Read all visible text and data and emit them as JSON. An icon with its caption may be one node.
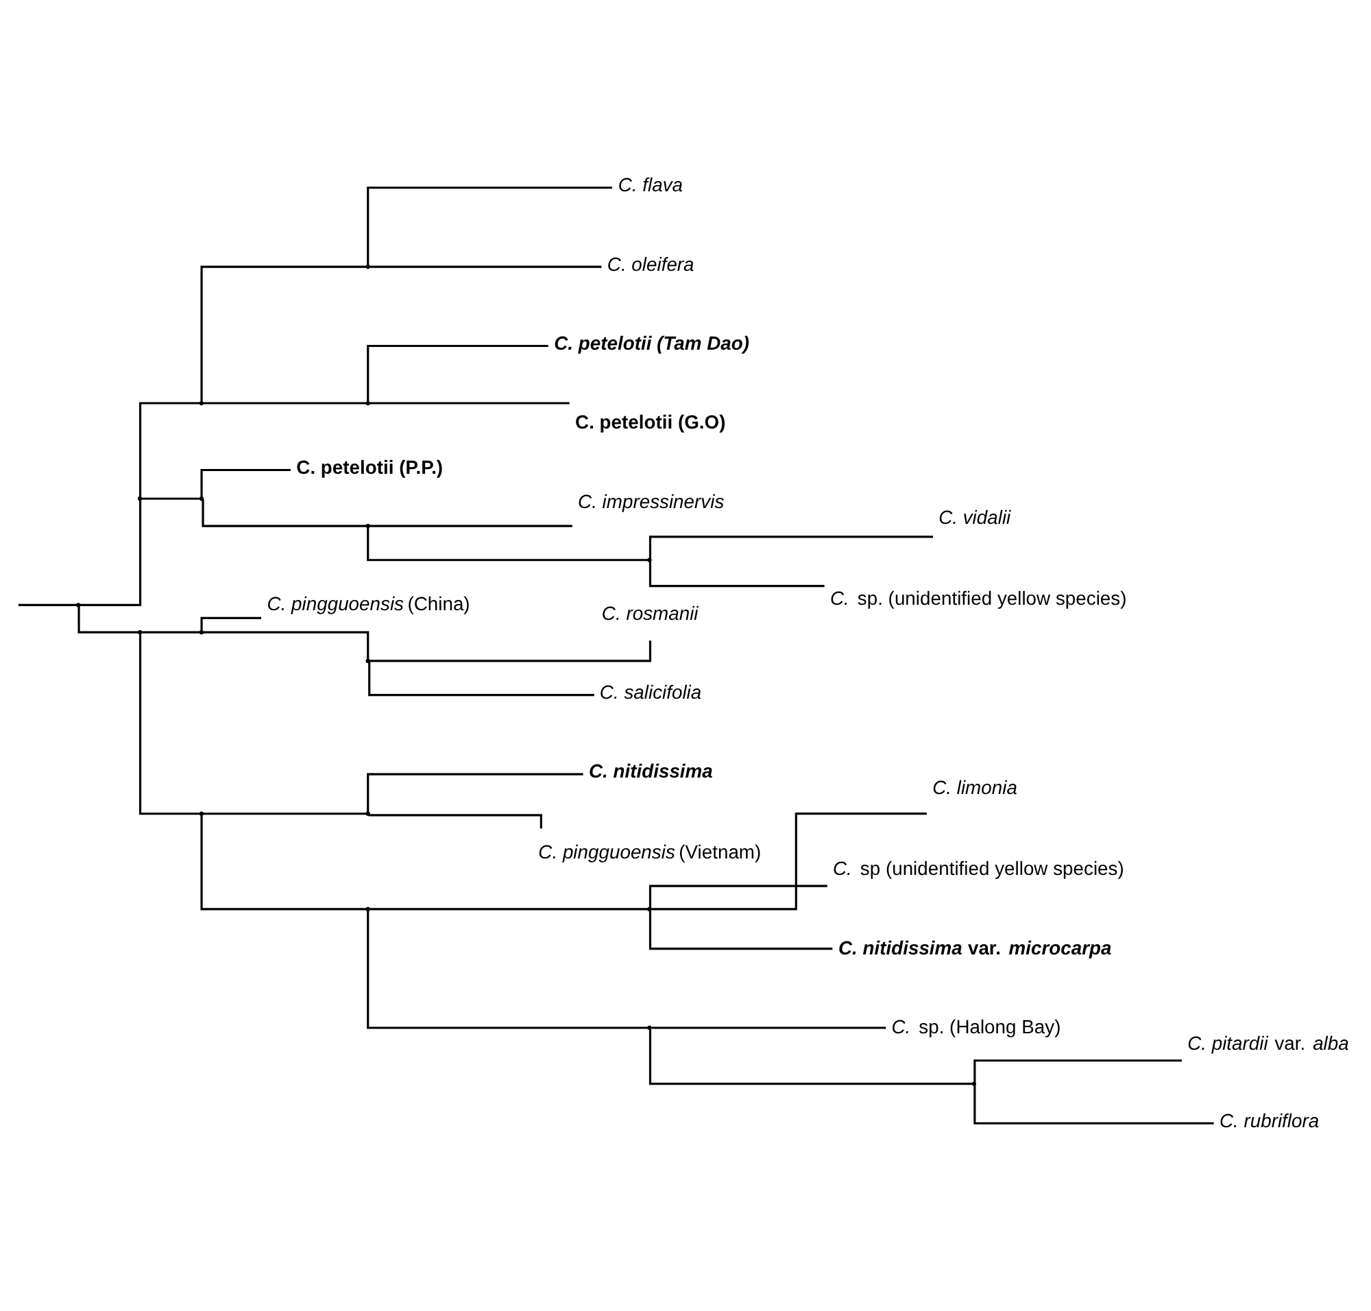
{
  "diagram": {
    "nodes": [
      {
        "text": [
          "C. flava"
        ]
      },
      {
        "text": [
          "C. oleifera"
        ]
      },
      {
        "text": [
          "C. petelotii (Tam Dao)"
        ]
      },
      {
        "text": [
          "C. petelotii (G.O)"
        ]
      },
      {
        "text": [
          "C. petelotii (P.P.)"
        ]
      },
      {
        "text": [
          "C. impressinervis"
        ]
      },
      {
        "text": [
          "C. vidalii"
        ]
      },
      {
        "text": [
          "*C.* sp. (unidentified yellow species)"
        ]
      },
      {
        "text": [
          "*C. pingguoensis* (China)"
        ]
      },
      {
        "text": [
          "C. rosmanii"
        ]
      },
      {
        "text": [
          "C. salicifolia"
        ]
      },
      {
        "text": [
          "C. nitidissima"
        ]
      },
      {
        "text": [
          "*C. pingguoensis* (Vietnam)"
        ]
      },
      {
        "text": [
          "C. limonia"
        ]
      },
      {
        "text": [
          "*C.* sp (unidentified yellow species)"
        ]
      },
      {
        "text": [
          "*C. nitidissima* var. *microcarpa*"
        ]
      },
      {
        "text": [
          "*C.* sp. (Halong Bay)"
        ]
      },
      {
        "text": [
          "*C. pitardii* var. *alba*"
        ]
      },
      {
        "text": [
          "C. rubriflora"
        ]
      },
      {
        "text": [],
        "shape": "point"
      },
      {
        "text": [],
        "shape": "point"
      },
      {
        "text": [],
        "shape": "point"
      },
      {
        "text": [],
        "shape": "point"
      },
      {
        "text": [],
        "shape": "point"
      },
      {
        "text": [],
        "shape": "point"
      },
      {
        "text": [],
        "shape": "point"
      },
      {
        "text": [],
        "shape": "point"
      },
      {
        "text": [],
        "shape": "point"
      },
      {
        "text": [],
        "shape": "point"
      },
      {
        "text": [],
        "shape": "point"
      },
      {
        "text": [],
        "shape": "point"
      },
      {
        "text": [],
        "shape": "point"
      },
      {
        "text": [],
        "shape": "point"
      },
      {
        "text": [],
        "shape": "point"
      },
      {
        "text": [],
        "shape": "point"
      },
      {
        "text": [],
        "shape": "point"
      }
    ],
    "edges": [
      {
        "from": null,
        "to": 19,
        "arrow": "none"
      },
      {
        "from": 19,
        "to": 20,
        "arrow": "none"
      },
      {
        "from": 19,
        "to": 27,
        "arrow": "none"
      },
      {
        "from": 20,
        "to": 21,
        "arrow": "none"
      },
      {
        "from": 20,
        "to": 24,
        "arrow": "none"
      },
      {
        "from": 21,
        "to": 22,
        "arrow": "none"
      },
      {
        "from": 21,
        "to": 23,
        "arrow": "none"
      },
      {
        "from": 22,
        "to": 0,
        "arrow": "none"
      },
      {
        "from": 22,
        "to": 1,
        "arrow": "none"
      },
      {
        "from": 23,
        "to": 2,
        "arrow": "none"
      },
      {
        "from": 23,
        "to": 3,
        "arrow": "none"
      },
      {
        "from": 24,
        "to": 4,
        "arrow": "none"
      },
      {
        "from": 24,
        "to": 25,
        "arrow": "none"
      },
      {
        "from": 25,
        "to": 5,
        "arrow": "none"
      },
      {
        "from": 25,
        "to": 26,
        "arrow": "none"
      },
      {
        "from": 26,
        "to": 6,
        "arrow": "none"
      },
      {
        "from": 26,
        "to": 7,
        "arrow": "none"
      },
      {
        "from": 27,
        "to": 28,
        "arrow": "none"
      },
      {
        "from": 27,
        "to": 30,
        "arrow": "none"
      },
      {
        "from": 28,
        "to": 8,
        "arrow": "none"
      },
      {
        "from": 28,
        "to": 29,
        "arrow": "none"
      },
      {
        "from": 29,
        "to": 9,
        "arrow": "none"
      },
      {
        "from": 29,
        "to": 10,
        "arrow": "none"
      },
      {
        "from": 30,
        "to": 31,
        "arrow": "none"
      },
      {
        "from": 30,
        "to": 32,
        "arrow": "none"
      },
      {
        "from": 31,
        "to": 11,
        "arrow": "none"
      },
      {
        "from": 31,
        "to": 12,
        "arrow": "none"
      },
      {
        "from": 32,
        "to": 33,
        "arrow": "none"
      },
      {
        "from": 32,
        "to": 34,
        "arrow": "none"
      },
      {
        "from": 33,
        "to": 13,
        "arrow": "none"
      },
      {
        "from": 33,
        "to": 14,
        "arrow": "none"
      },
      {
        "from": 33,
        "to": 15,
        "arrow": "none"
      },
      {
        "from": 34,
        "to": 16,
        "arrow": "none"
      },
      {
        "from": 34,
        "to": 35,
        "arrow": "none"
      },
      {
        "from": 35,
        "to": 17,
        "arrow": "none"
      },
      {
        "from": 35,
        "to": 18,
        "arrow": "none"
      }
    ]
  }
}
